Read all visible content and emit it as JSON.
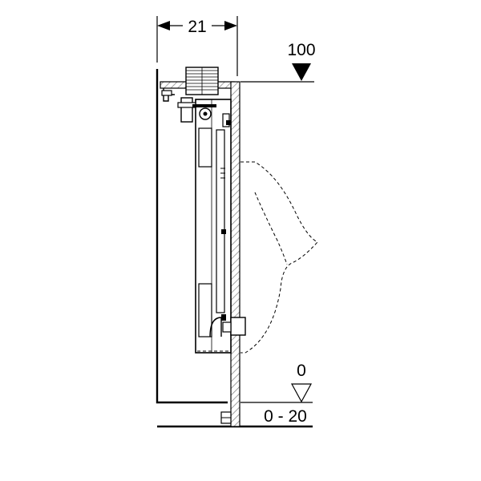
{
  "labels": {
    "width_dim": "21",
    "top_level": "100",
    "floor_level": "0",
    "floor_range": "0 - 20"
  },
  "colors": {
    "line": "#000000",
    "hatch": "#b8b8b8",
    "dashed_fixture": "#000000"
  }
}
